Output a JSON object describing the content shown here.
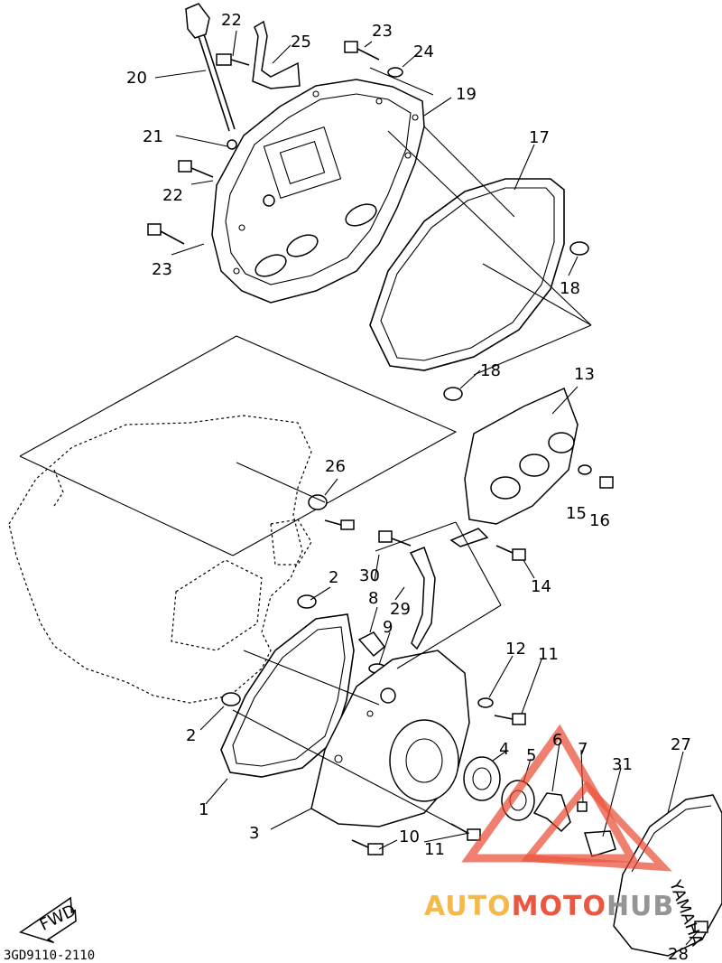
{
  "labels": {
    "p1": "1",
    "p2a": "2",
    "p2b": "2",
    "p3": "3",
    "p4": "4",
    "p5": "5",
    "p6": "6",
    "p7": "7",
    "p8": "8",
    "p9": "9",
    "p10": "10",
    "p11a": "11",
    "p11b": "11",
    "p12": "12",
    "p13": "13",
    "p14": "14",
    "p15": "15",
    "p16": "16",
    "p17": "17",
    "p18a": "18",
    "p18b": "18",
    "p19": "19",
    "p20": "20",
    "p21": "21",
    "p22a": "22",
    "p22b": "22",
    "p23a": "23",
    "p23b": "23",
    "p24": "24",
    "p25": "25",
    "p26": "26",
    "p27": "27",
    "p28": "28",
    "p29": "29",
    "p30": "30",
    "p31": "31"
  },
  "direction_label": "FWD",
  "cover_brand": "YAMAHA",
  "diagram_code": "3GD9110-2110",
  "watermark": {
    "part1": "AUTO",
    "part2": "MOTO",
    "part3": "HUB",
    "color_yellow": "#f3b23a",
    "color_red": "#e8442c",
    "color_gray": "#8a8a8a"
  }
}
